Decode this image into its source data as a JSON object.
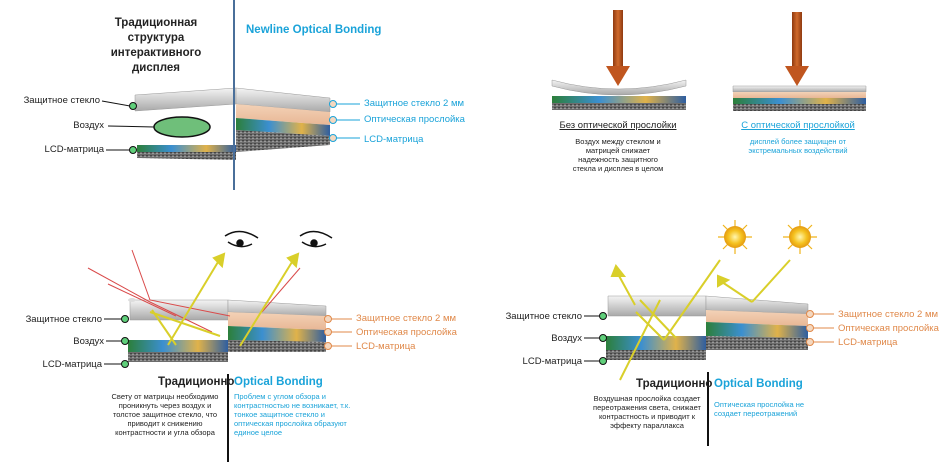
{
  "colors": {
    "accent_blue": "#1aa3d9",
    "divider_blue": "#4a6f9a",
    "divider_black": "#111111",
    "arrow": "#b5531f",
    "green": "#5fcf7a",
    "light_ray": "#d9cf2a",
    "red_line": "#d94a4a"
  },
  "top_left": {
    "title_left": "Традиционная структура интерактивного дисплея",
    "title_right": "Newline Optical Bonding",
    "left_labels": {
      "glass": "Защитное стекло",
      "air": "Воздух",
      "lcd": "LCD-матрица"
    },
    "right_labels": {
      "glass": "Защитное стекло 2 мм",
      "layer": "Оптическая прослойка",
      "lcd": "LCD-матрица"
    }
  },
  "top_right": {
    "without_title": "Без оптической прослойки",
    "without_desc": "Воздух между стеклом и матрицей снижает надежность защитного стекла и дисплея в целом",
    "with_title": "С оптической прослойкой",
    "with_desc": "дисплей более защищен от экстремальных воздействий"
  },
  "bottom_left": {
    "icons": [
      "eye-icon",
      "eye-icon"
    ],
    "left_labels": {
      "glass": "Защитное стекло",
      "air": "Воздух",
      "lcd": "LCD-матрица"
    },
    "right_labels": {
      "glass": "Защитное стекло 2 мм",
      "layer": "Оптическая прослойка",
      "lcd": "LCD-матрица"
    },
    "trad_title": "Традиционно",
    "trad_desc": "Свету от матрицы необходимо проникнуть через воздух и толстое защитное стекло, что приводит к снижению контрастности и угла обзора",
    "ob_title": "Optical Bonding",
    "ob_desc": "Проблем с углом обзора и контрастностью не возникает, т.к. тонкое защитное стекло и оптическая прослойка образуют единое целое"
  },
  "bottom_right": {
    "icons": [
      "sun-icon",
      "sun-icon"
    ],
    "left_labels": {
      "glass": "Защитное стекло",
      "air": "Воздух",
      "lcd": "LCD-матрица"
    },
    "right_labels": {
      "glass": "Защитное стекло 2 мм",
      "layer": "Оптическая прослойка",
      "lcd": "LCD-матрица"
    },
    "trad_title": "Традиционно",
    "trad_desc": "Воздушная прослойка создает переотражения света, снижает контрастность и приводит к эффекту параллакса",
    "ob_title": "Optical Bonding",
    "ob_desc": "Оптическая прослойка не создает переотражений"
  }
}
